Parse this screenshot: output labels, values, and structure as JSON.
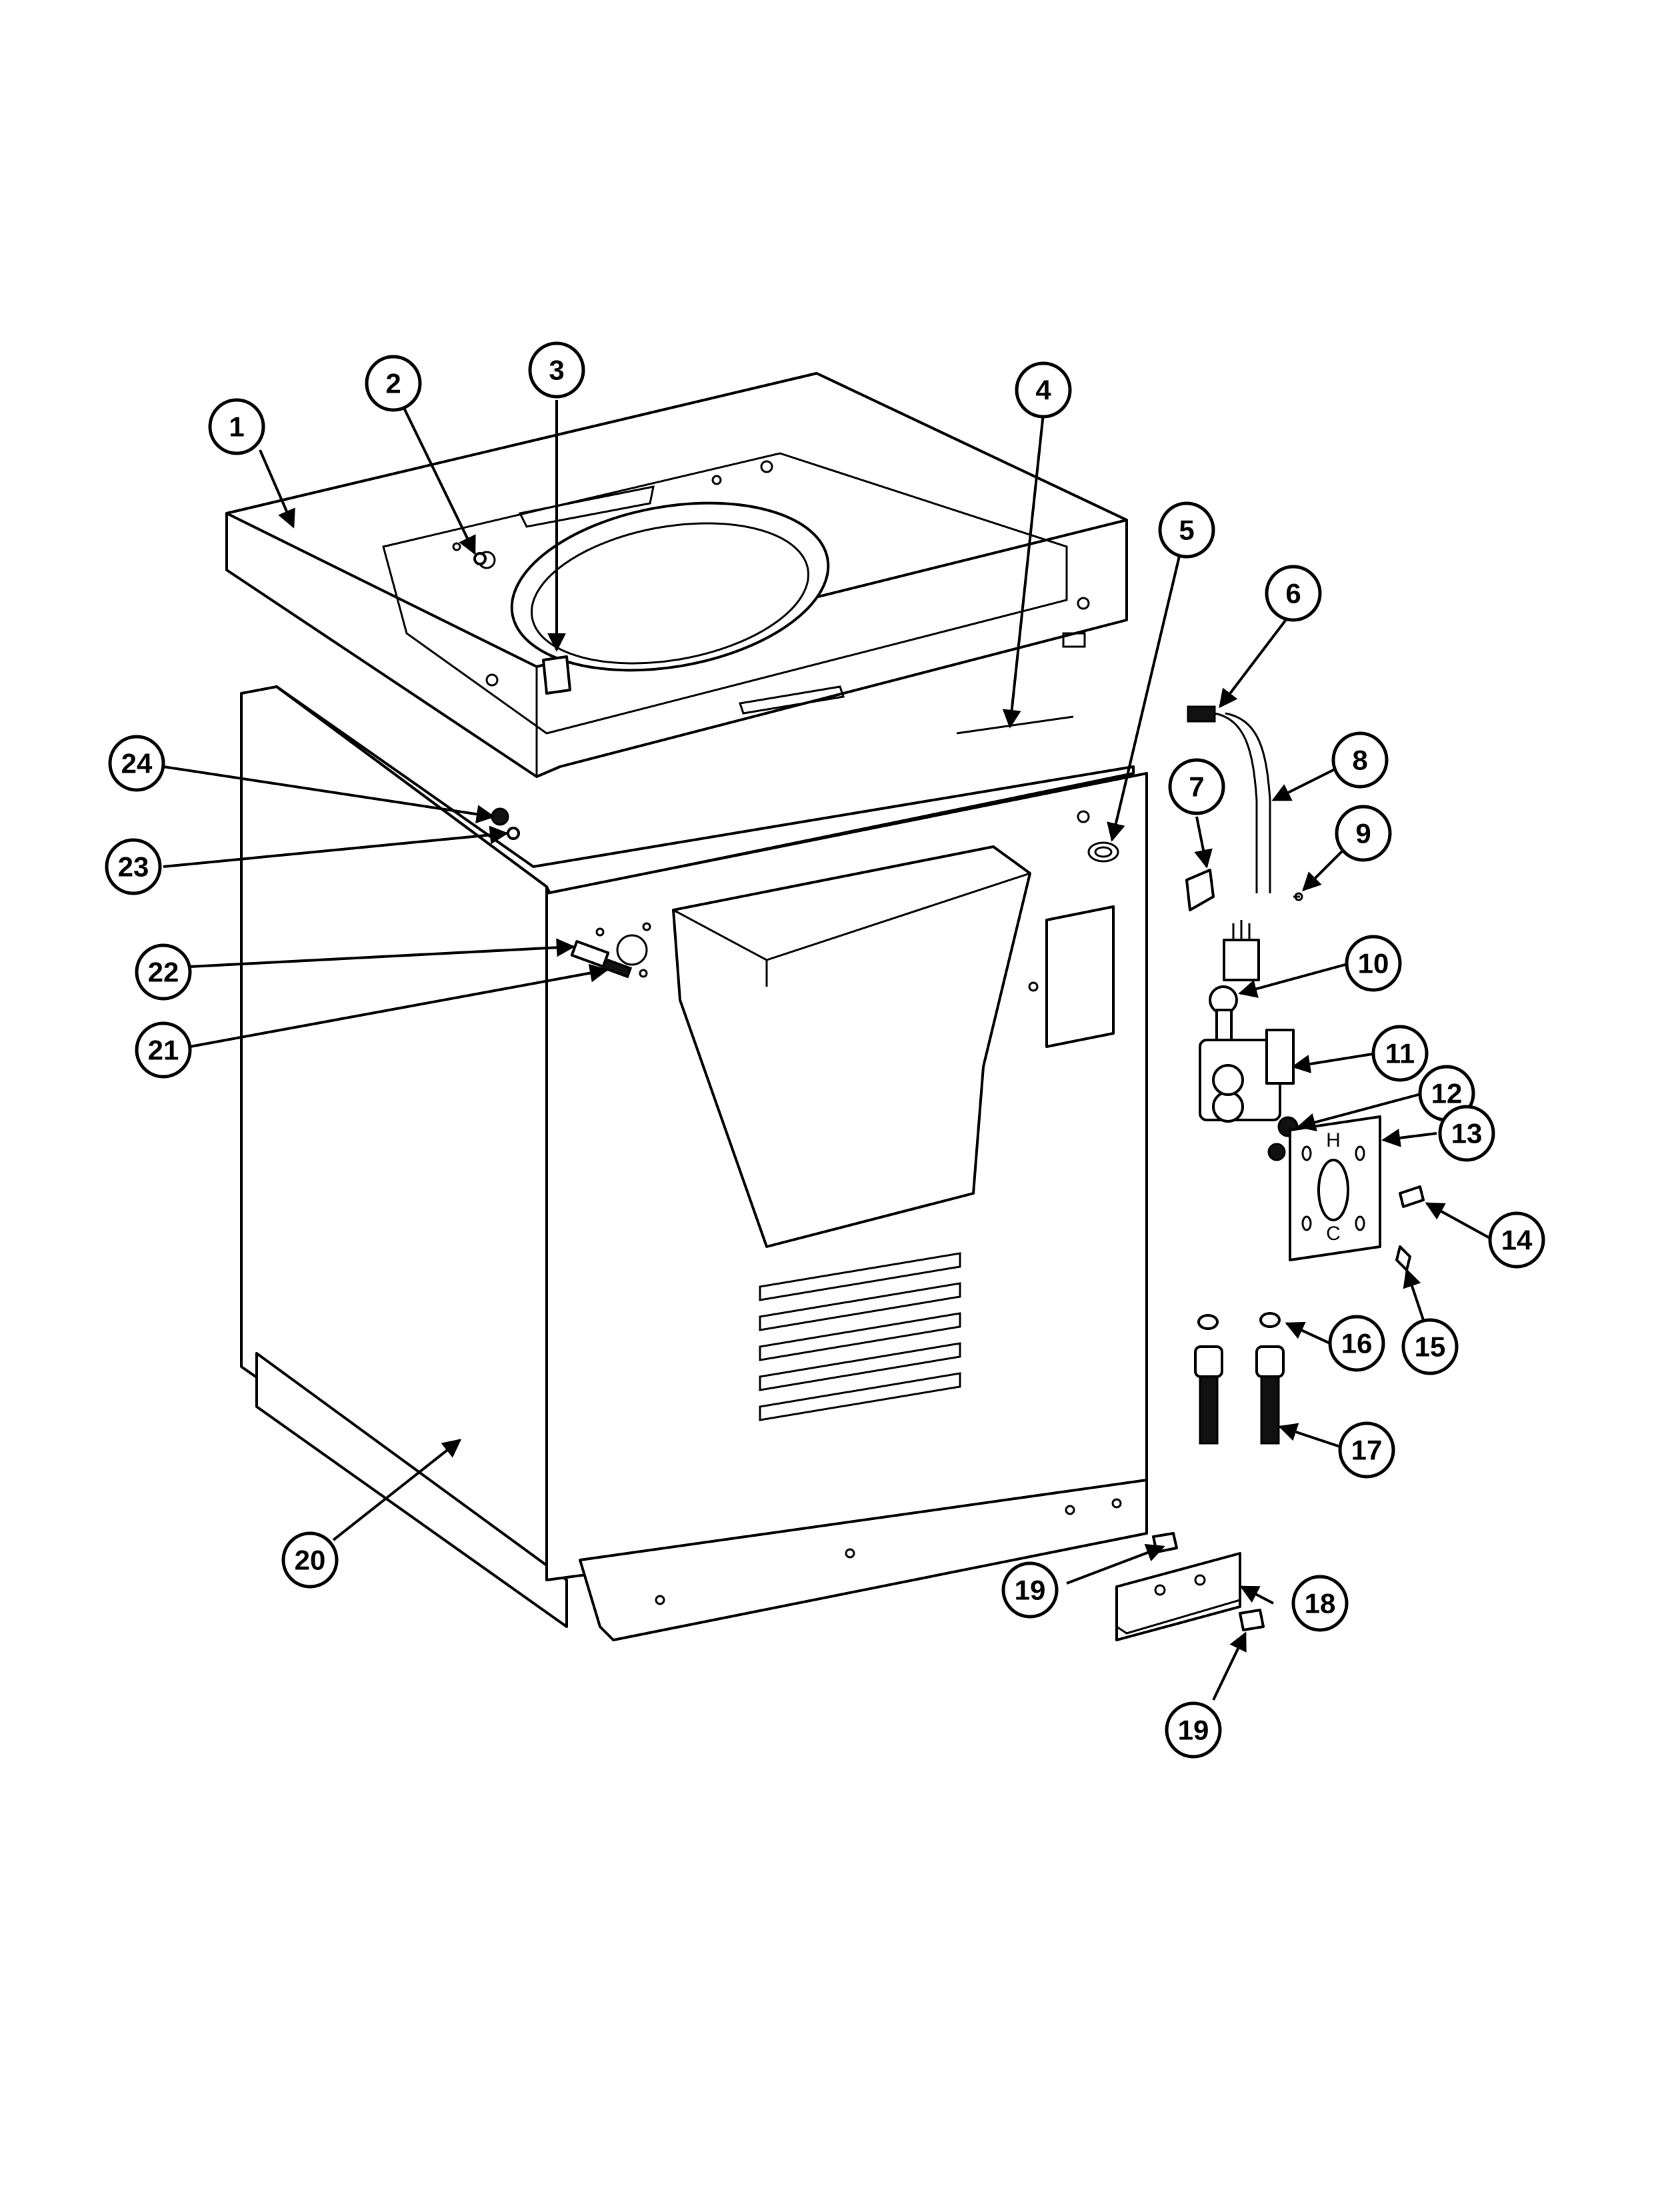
{
  "callouts": [
    {
      "id": "c1",
      "label": "1"
    },
    {
      "id": "c2",
      "label": "2"
    },
    {
      "id": "c3",
      "label": "3"
    },
    {
      "id": "c4",
      "label": "4"
    },
    {
      "id": "c5",
      "label": "5"
    },
    {
      "id": "c6",
      "label": "6"
    },
    {
      "id": "c7",
      "label": "7"
    },
    {
      "id": "c8",
      "label": "8"
    },
    {
      "id": "c9",
      "label": "9"
    },
    {
      "id": "c10",
      "label": "10"
    },
    {
      "id": "c11",
      "label": "11"
    },
    {
      "id": "c12",
      "label": "12"
    },
    {
      "id": "c13",
      "label": "13"
    },
    {
      "id": "c14",
      "label": "14"
    },
    {
      "id": "c15",
      "label": "15"
    },
    {
      "id": "c16",
      "label": "16"
    },
    {
      "id": "c17",
      "label": "17"
    },
    {
      "id": "c18",
      "label": "18"
    },
    {
      "id": "c19a",
      "label": "19"
    },
    {
      "id": "c19b",
      "label": "19"
    },
    {
      "id": "c20",
      "label": "20"
    },
    {
      "id": "c21",
      "label": "21"
    },
    {
      "id": "c22",
      "label": "22"
    },
    {
      "id": "c23",
      "label": "23"
    },
    {
      "id": "c24",
      "label": "24"
    }
  ],
  "valve_plate": {
    "hot_letter": "H",
    "cold_letter": "C"
  }
}
